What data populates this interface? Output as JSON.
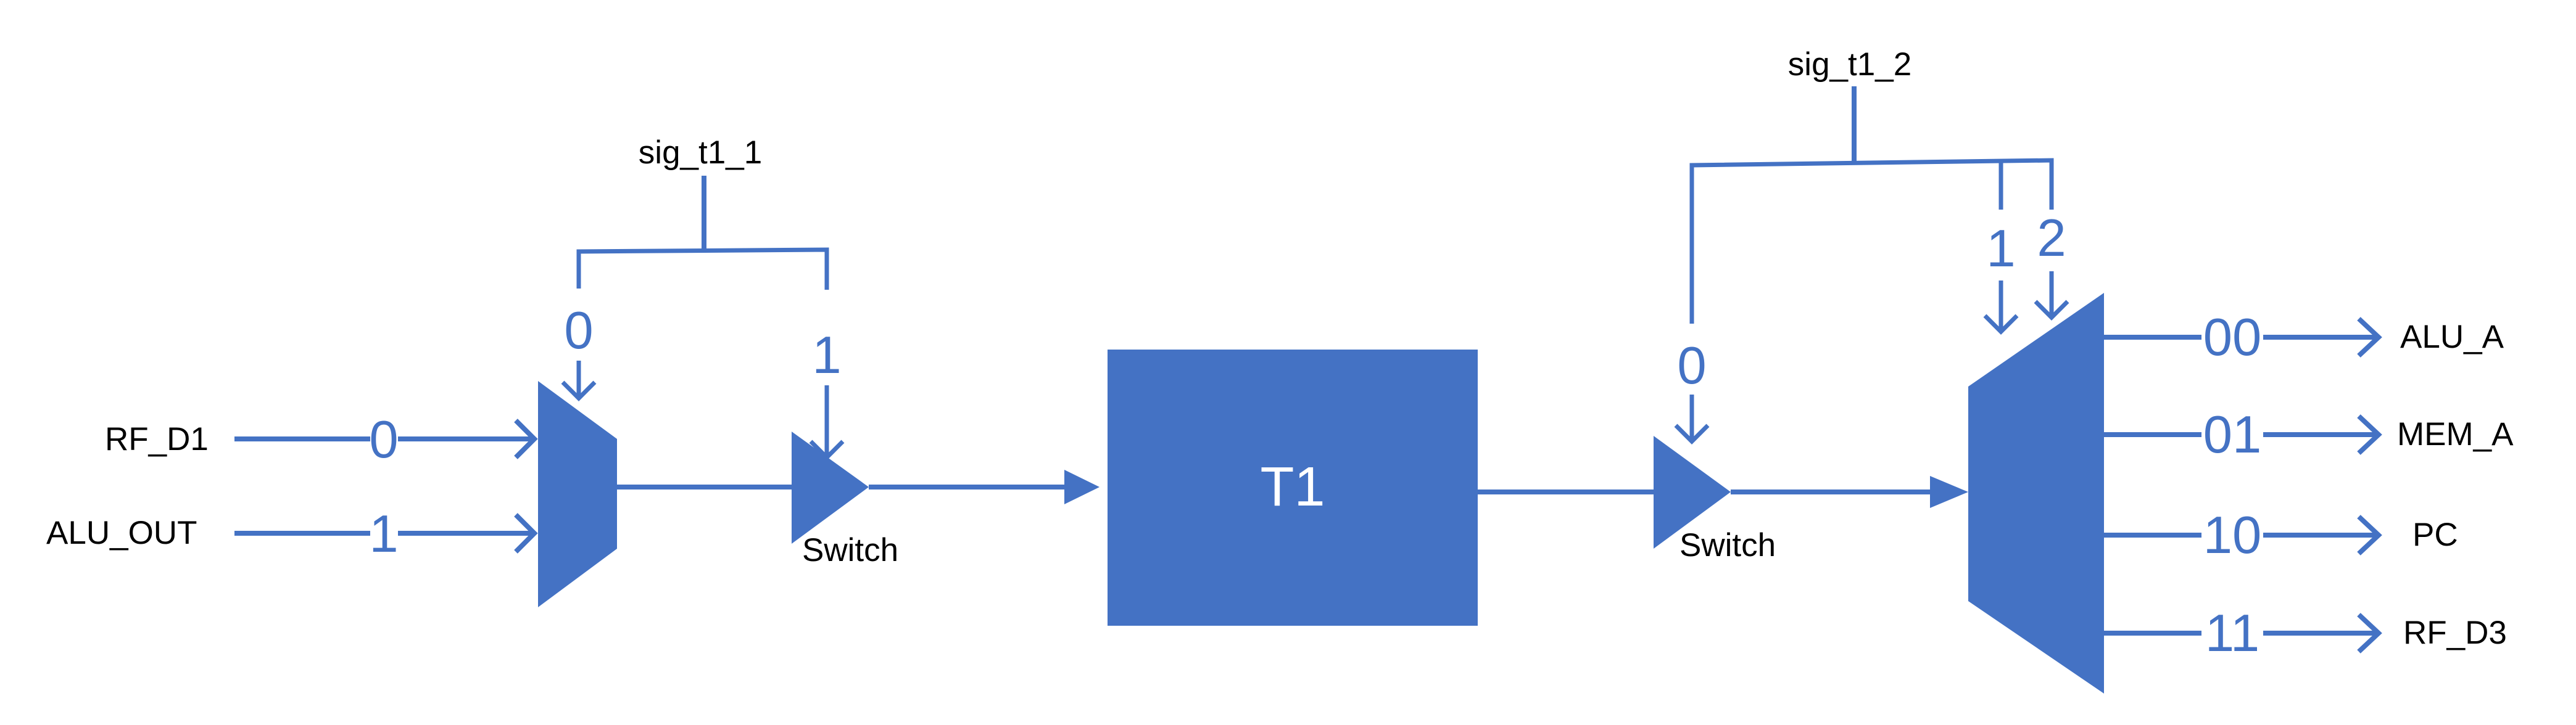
{
  "colors": {
    "accent": "#4472c4",
    "text": "#000000",
    "block_text": "#ffffff",
    "background": "#ffffff"
  },
  "inputs": {
    "rf_d1": "RF_D1",
    "alu_out": "ALU_OUT"
  },
  "input_indices": {
    "rf_d1": "0",
    "alu_out": "1"
  },
  "select_signals": {
    "left": "sig_t1_1",
    "right": "sig_t1_2"
  },
  "select_values": {
    "left_mux": "0",
    "left_switch": "1",
    "right_switch": "0",
    "right_mux_a": "1",
    "right_mux_b": "2"
  },
  "switch_labels": {
    "left": "Switch",
    "right": "Switch"
  },
  "register": {
    "label": "T1"
  },
  "outputs": [
    {
      "code": "00",
      "label": "ALU_A"
    },
    {
      "code": "01",
      "label": "MEM_A"
    },
    {
      "code": "10",
      "label": "PC"
    },
    {
      "code": "11",
      "label": "RF_D3"
    }
  ]
}
